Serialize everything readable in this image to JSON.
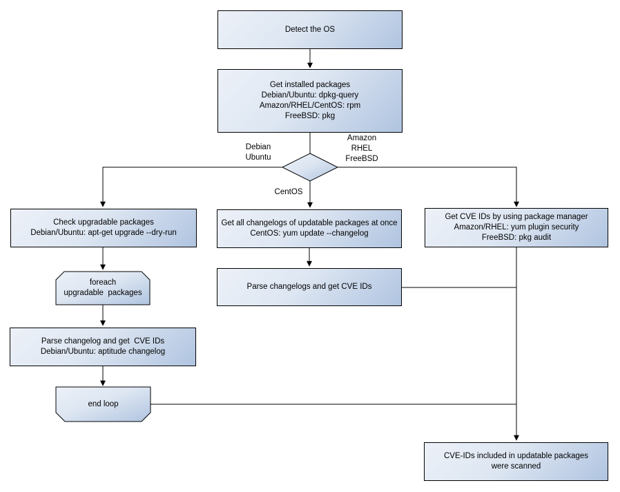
{
  "diagram": {
    "colors": {
      "background": "#ffffff",
      "node_border": "#000000",
      "node_fill_light": "#edf1f8",
      "node_fill_dark": "#b0c4e0",
      "line": "#000000",
      "text": "#000000"
    },
    "nodes": {
      "detect_os": "Detect the OS",
      "get_installed_packages": "Get installed packages\nDebian/Ubuntu: dpkg-query\nAmazon/RHEL/CentOS: rpm\nFreeBSD: pkg",
      "check_upgradable": "Check upgradable packages\nDebian/Ubuntu: apt-get upgrade --dry-run",
      "foreach_loop": "foreach\nupgradable  packages",
      "parse_changelog_debian": "Parse changelog and get  CVE IDs\nDebian/Ubuntu: aptitude changelog",
      "end_loop": "end loop",
      "get_all_changelogs": "Get all changelogs of updatable packages at once\nCentOS: yum update --changelog",
      "parse_changelogs_centos": "Parse changelogs and get CVE IDs",
      "get_cve_ids_pkg_manager": "Get CVE IDs by using package manager\nAmazon/RHEL: yum plugin security\nFreeBSD: pkg audit",
      "cve_ids_scanned": "CVE-IDs included in updatable packages\nwere scanned"
    },
    "edge_labels": {
      "left_branch": "Debian\nUbuntu",
      "right_branch": "Amazon\nRHEL\nFreeBSD",
      "center_branch": "CentOS"
    }
  }
}
